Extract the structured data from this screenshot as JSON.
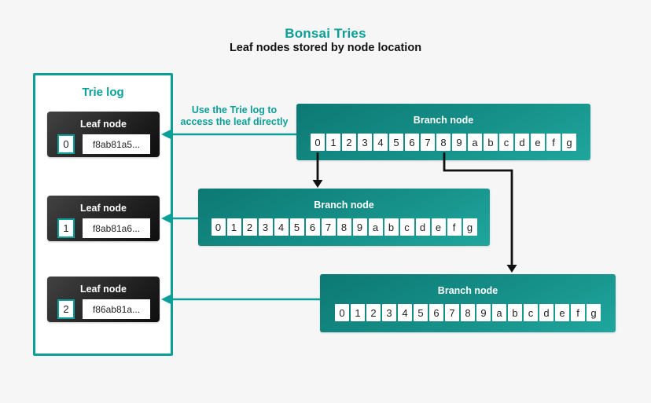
{
  "title": "Bonsai Tries",
  "subtitle": "Leaf nodes stored by node location",
  "annotation": "Use the Trie log to\naccess the leaf directly",
  "trie_log": {
    "title": "Trie log",
    "leaf_nodes": [
      {
        "label": "Leaf node",
        "index": "0",
        "hash": "f8ab81a5..."
      },
      {
        "label": "Leaf node",
        "index": "1",
        "hash": "f8ab81a6..."
      },
      {
        "label": "Leaf node",
        "index": "2",
        "hash": "f86ab81a..."
      }
    ]
  },
  "branch_nodes": [
    {
      "label": "Branch node",
      "cells": [
        "0",
        "1",
        "2",
        "3",
        "4",
        "5",
        "6",
        "7",
        "8",
        "9",
        "a",
        "b",
        "c",
        "d",
        "e",
        "f",
        "g"
      ]
    },
    {
      "label": "Branch node",
      "cells": [
        "0",
        "1",
        "2",
        "3",
        "4",
        "5",
        "6",
        "7",
        "8",
        "9",
        "a",
        "b",
        "c",
        "d",
        "e",
        "f",
        "g"
      ]
    },
    {
      "label": "Branch node",
      "cells": [
        "0",
        "1",
        "2",
        "3",
        "4",
        "5",
        "6",
        "7",
        "8",
        "9",
        "a",
        "b",
        "c",
        "d",
        "e",
        "f",
        "g"
      ]
    }
  ],
  "colors": {
    "background": "#f5f6f5",
    "accent_teal": "#0a9f98",
    "branch_gradient_top": "#0d7873",
    "branch_gradient_bottom": "#1fa69d",
    "leaf_gradient_top": "#424242",
    "leaf_gradient_bottom": "#0e0e0e",
    "arrow_black": "#111111",
    "cell_text": "#222222"
  }
}
